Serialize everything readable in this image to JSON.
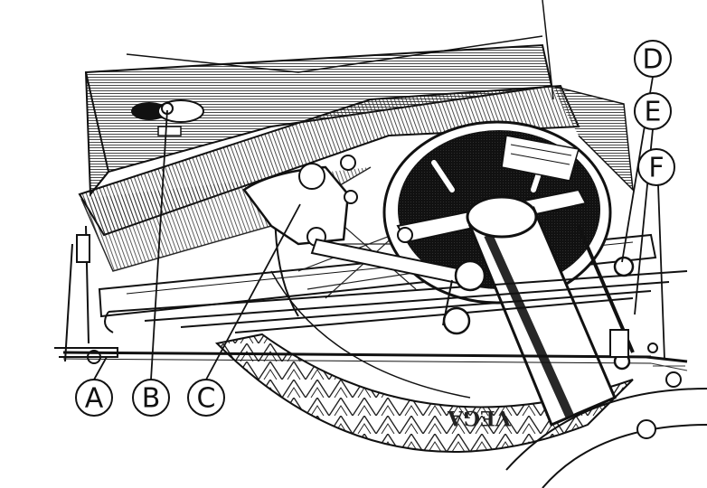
{
  "figure": {
    "subject": "Rear axle and leaf spring assembly with brake drum, rod linkages and mudguard (engraved line drawing)",
    "style": {
      "ink": "#111111",
      "paper": "#ffffff",
      "hatch": "#333333"
    }
  },
  "callouts": [
    {
      "id": "A",
      "label": "A"
    },
    {
      "id": "B",
      "label": "B"
    },
    {
      "id": "C",
      "label": "C"
    },
    {
      "id": "D",
      "label": "D"
    },
    {
      "id": "E",
      "label": "E"
    },
    {
      "id": "F",
      "label": "F"
    }
  ],
  "tire_marking": "VEGA"
}
